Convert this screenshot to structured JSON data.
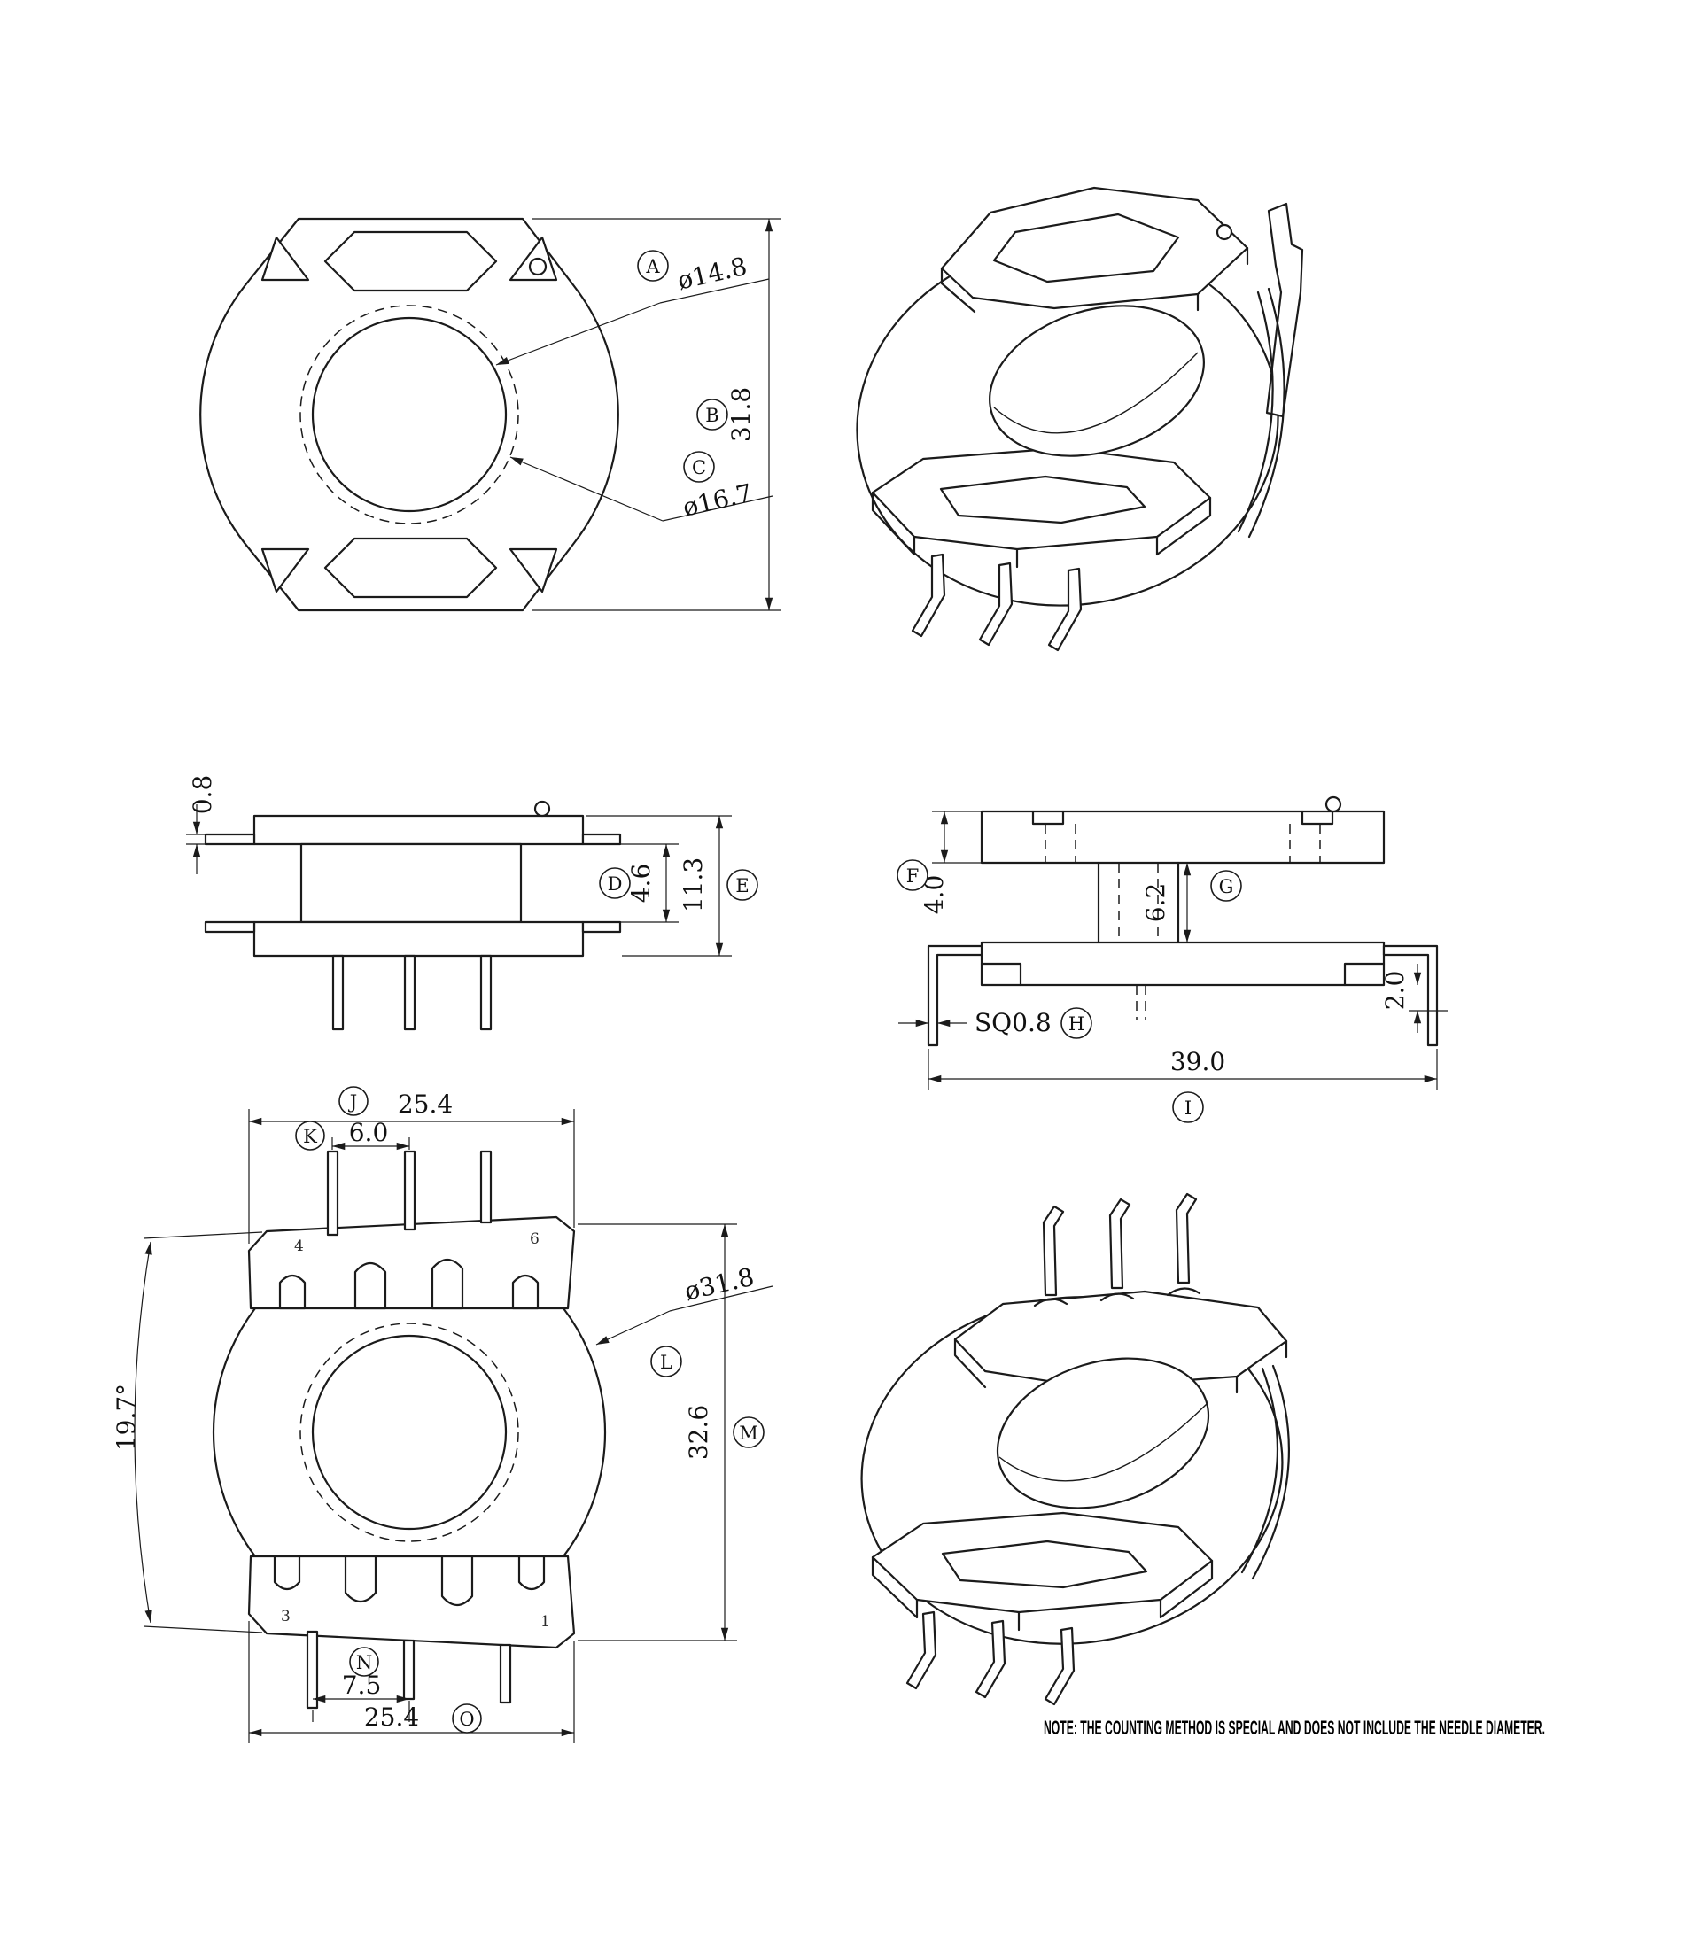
{
  "note": "NOTE: THE COUNTING METHOD IS SPECIAL AND DOES NOT INCLUDE THE NEEDLE DIAMETER.",
  "balloons": {
    "A": "A",
    "B": "B",
    "C": "C",
    "D": "D",
    "E": "E",
    "F": "F",
    "G": "G",
    "H": "H",
    "I": "I",
    "J": "J",
    "K": "K",
    "L": "L",
    "M": "M",
    "N": "N",
    "O": "O"
  },
  "dims": {
    "hole_dia": "ø14.8",
    "outline_height": "31.8",
    "core_dia": "ø16.7",
    "lip_thickness": "0.8",
    "winding_height": "4.6",
    "total_height": "11.3",
    "flange_thickness": "4.0",
    "core_depth": "6.2",
    "pin_square": "SQ0.8",
    "pin_tail": "2.0",
    "pin_span": "39.0",
    "top_width": "25.4",
    "top_pin_pitch": "6.0",
    "body_dia": "ø31.8",
    "overall_height_front": "32.6",
    "flange_angle": "19.7°",
    "bottom_pin_pitch": "7.5",
    "bottom_width": "25.4"
  },
  "pin_numbers": {
    "p4": "4",
    "p6": "6",
    "p3": "3",
    "p1": "1"
  }
}
